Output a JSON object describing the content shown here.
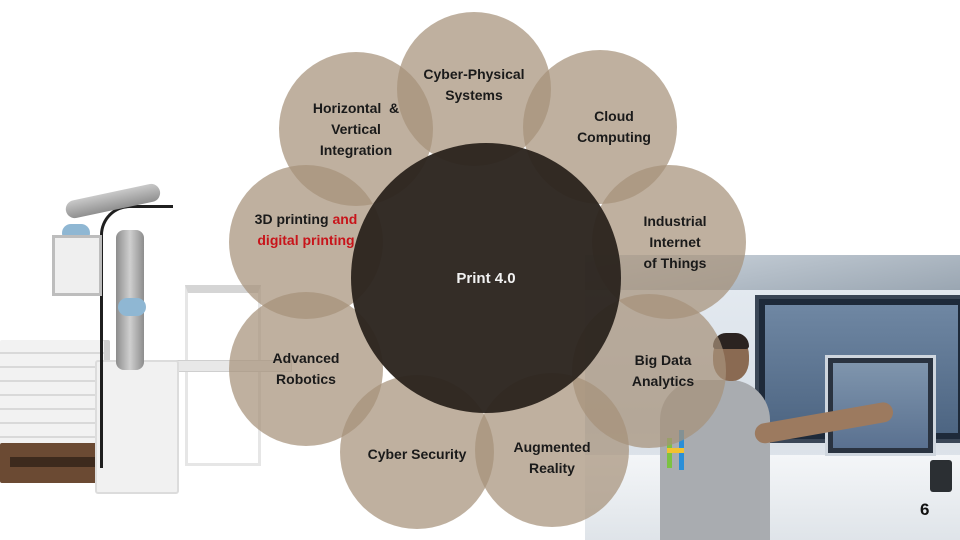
{
  "slide": {
    "page_number": "6",
    "center_label": "Print 4.0",
    "colors": {
      "center_fill": "#2c241e",
      "satellite_fill": "#a6927a",
      "label_text": "#1a1a1a",
      "center_text": "#f2f2f2",
      "highlight_text": "#c8141a"
    },
    "satellites": [
      {
        "id": "cyber-physical-systems",
        "lines": [
          "Cyber-Physical",
          "Systems"
        ]
      },
      {
        "id": "cloud-computing",
        "lines": [
          "Cloud",
          "Computing"
        ]
      },
      {
        "id": "industrial-internet-of-things",
        "lines": [
          "Industrial",
          "Internet",
          "of Things"
        ]
      },
      {
        "id": "big-data-analytics",
        "lines": [
          "Big Data",
          "Analytics"
        ]
      },
      {
        "id": "augmented-reality",
        "lines": [
          "Augmented",
          "Reality"
        ]
      },
      {
        "id": "cyber-security",
        "lines": [
          "Cyber Security"
        ]
      },
      {
        "id": "advanced-robotics",
        "lines": [
          "Advanced",
          "Robotics"
        ]
      },
      {
        "id": "3d-digital-printing",
        "line1_black": "3D printing",
        "line1_red": "and",
        "line2_red": "digital printing"
      },
      {
        "id": "horizontal-vertical-integration",
        "lines": [
          "Horizontal  &",
          "Vertical",
          "Integration"
        ]
      }
    ]
  },
  "photos": {
    "left": "robot-palletizer-photo",
    "right": "press-operator-photo"
  }
}
